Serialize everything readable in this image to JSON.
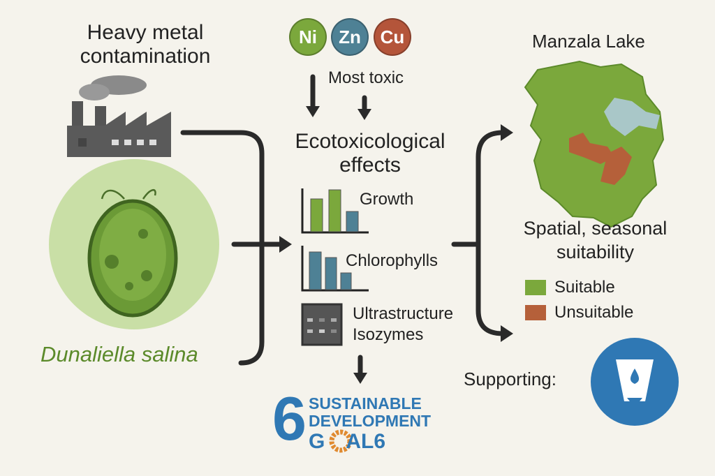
{
  "title_left": [
    "Heavy metal",
    "contamination"
  ],
  "organism": "Dunaliella salina",
  "metals": [
    {
      "symbol": "Ni",
      "color": "#7ba83c"
    },
    {
      "symbol": "Zn",
      "color": "#4e8195"
    },
    {
      "symbol": "Cu",
      "color": "#b4553a"
    }
  ],
  "most_toxic": "Most toxic",
  "effects_title": [
    "Ecotoxicological",
    "effects"
  ],
  "effects": [
    "Growth",
    "Chlorophylls",
    "Ultrastructure",
    "Isozymes"
  ],
  "sdg": {
    "number": "6",
    "line1": "SUSTAINABLE",
    "line2": "DEVELOPMENT",
    "line3_a": "G",
    "line3_b": "AL",
    "line3_c": "6"
  },
  "lake_title": "Manzala Lake",
  "suitability_title": [
    "Spatial, seasonal",
    "suitability"
  ],
  "legend": [
    {
      "label": "Suitable",
      "color": "#7ba83c"
    },
    {
      "label": "Unsuitable",
      "color": "#b5603a"
    }
  ],
  "supporting": "Supporting:"
}
